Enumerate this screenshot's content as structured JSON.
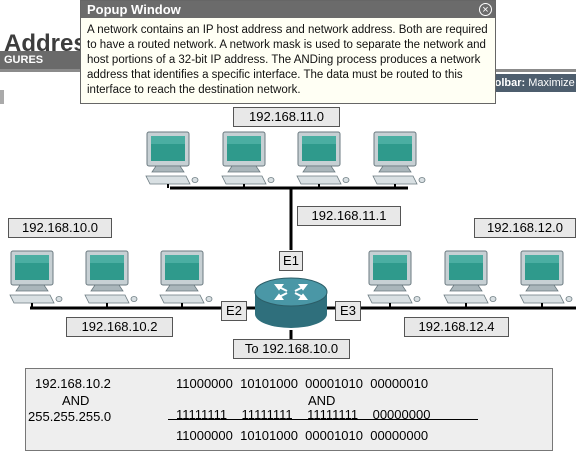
{
  "page": {
    "title": "Address",
    "figures_tab": "GURES"
  },
  "toolbar": {
    "label": "Toolbar:",
    "action": "Maximize"
  },
  "popup": {
    "title": "Popup Window",
    "close_glyph": "×",
    "body": "A network contains an IP host address and network address. Both are required to have a routed network. A network mask is used to separate the network and host portions of a 32-bit IP address. The ANDing process produces a network address that identifies a specific interface. The data must be routed to this interface to reach the destination network."
  },
  "diagram": {
    "net_top": "192.168.11.0",
    "net_left": "192.168.10.0",
    "net_right": "192.168.12.0",
    "iface_top_addr": "192.168.11.1",
    "iface_left_addr": "192.168.10.2",
    "iface_right_addr": "192.168.12.4",
    "e1": "E1",
    "e2": "E2",
    "e3": "E3",
    "destination": "To 192.168.10.0"
  },
  "calculation": {
    "ip": "192.168.10.2",
    "and_left": "AND",
    "mask": "255.255.255.0",
    "ip_binary": "11000000  10101000  00001010  00000010",
    "and_right": "AND",
    "mask_binary": "11111111    11111111    11111111    00000000",
    "result_binary": "11000000  10101000  00001010  00000000"
  },
  "colors": {
    "router": "#3f8a98",
    "monitor_screen": "#2f9a8c",
    "pc_body": "#b9c3c8",
    "label_bg": "#e8e8e8"
  }
}
